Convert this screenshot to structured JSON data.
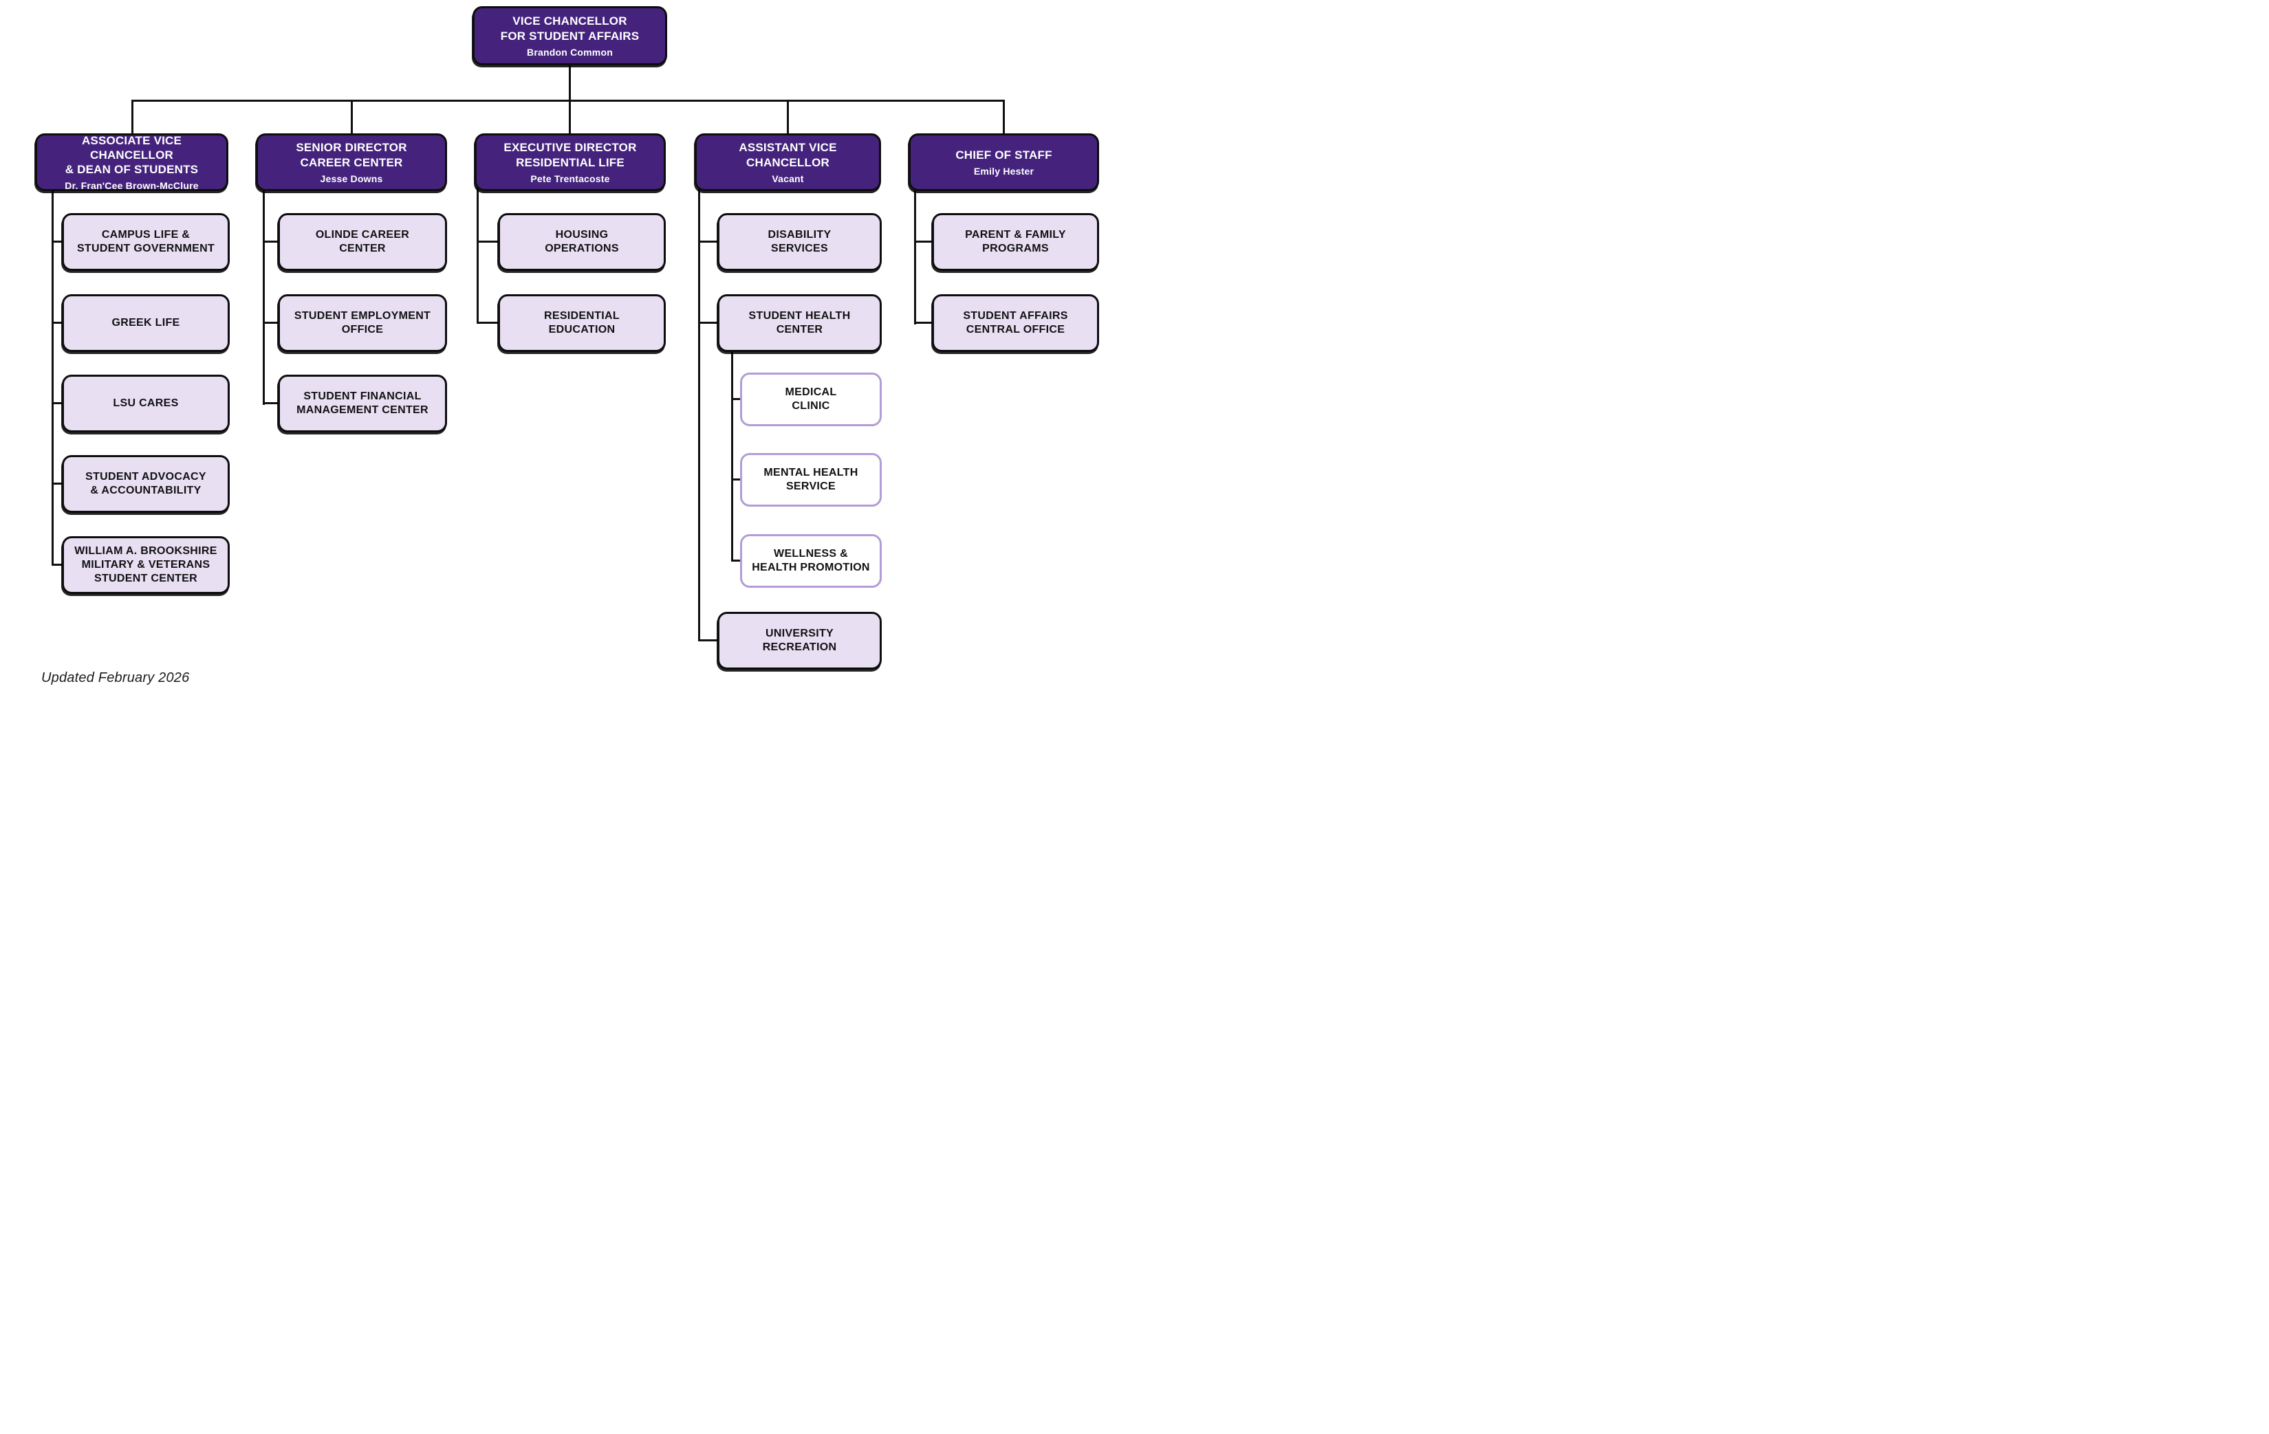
{
  "org": {
    "root": {
      "title": "VICE CHANCELLOR\nFOR STUDENT AFFAIRS",
      "name": "Brandon Common"
    },
    "columns": [
      {
        "head": {
          "title": "ASSOCIATE VICE CHANCELLOR\n& DEAN OF STUDENTS",
          "name": "Dr. Fran'Cee Brown-McClure"
        },
        "children": [
          "CAMPUS LIFE &\nSTUDENT GOVERNMENT",
          "GREEK LIFE",
          "LSU CARES",
          "STUDENT ADVOCACY\n& ACCOUNTABILITY",
          "WILLIAM A. BROOKSHIRE\nMILITARY & VETERANS\nSTUDENT CENTER"
        ]
      },
      {
        "head": {
          "title": "SENIOR DIRECTOR\nCAREER CENTER",
          "name": "Jesse Downs"
        },
        "children": [
          "OLINDE CAREER\nCENTER",
          "STUDENT EMPLOYMENT\nOFFICE",
          "STUDENT FINANCIAL\nMANAGEMENT CENTER"
        ]
      },
      {
        "head": {
          "title": "EXECUTIVE DIRECTOR\nRESIDENTIAL LIFE",
          "name": "Pete Trentacoste"
        },
        "children": [
          "HOUSING\nOPERATIONS",
          "RESIDENTIAL\nEDUCATION"
        ]
      },
      {
        "head": {
          "title": "ASSISTANT VICE CHANCELLOR",
          "name": "Vacant"
        },
        "children": [
          "DISABILITY\nSERVICES",
          "STUDENT HEALTH\nCENTER",
          "UNIVERSITY\nRECREATION"
        ],
        "health_center_units": [
          "MEDICAL\nCLINIC",
          "MENTAL HEALTH\nSERVICE",
          "WELLNESS &\nHEALTH PROMOTION"
        ]
      },
      {
        "head": {
          "title": "CHIEF OF STAFF",
          "name": "Emily Hester"
        },
        "children": [
          "PARENT & FAMILY\nPROGRAMS",
          "STUDENT AFFAIRS\nCENTRAL OFFICE"
        ]
      }
    ],
    "footer": {
      "updated": "Updated February 2026"
    },
    "colors": {
      "primary_purple": "#45237d",
      "light_lavender": "#e8dff3",
      "sub_box_border": "#b49bd8",
      "connector": "#111111"
    }
  }
}
